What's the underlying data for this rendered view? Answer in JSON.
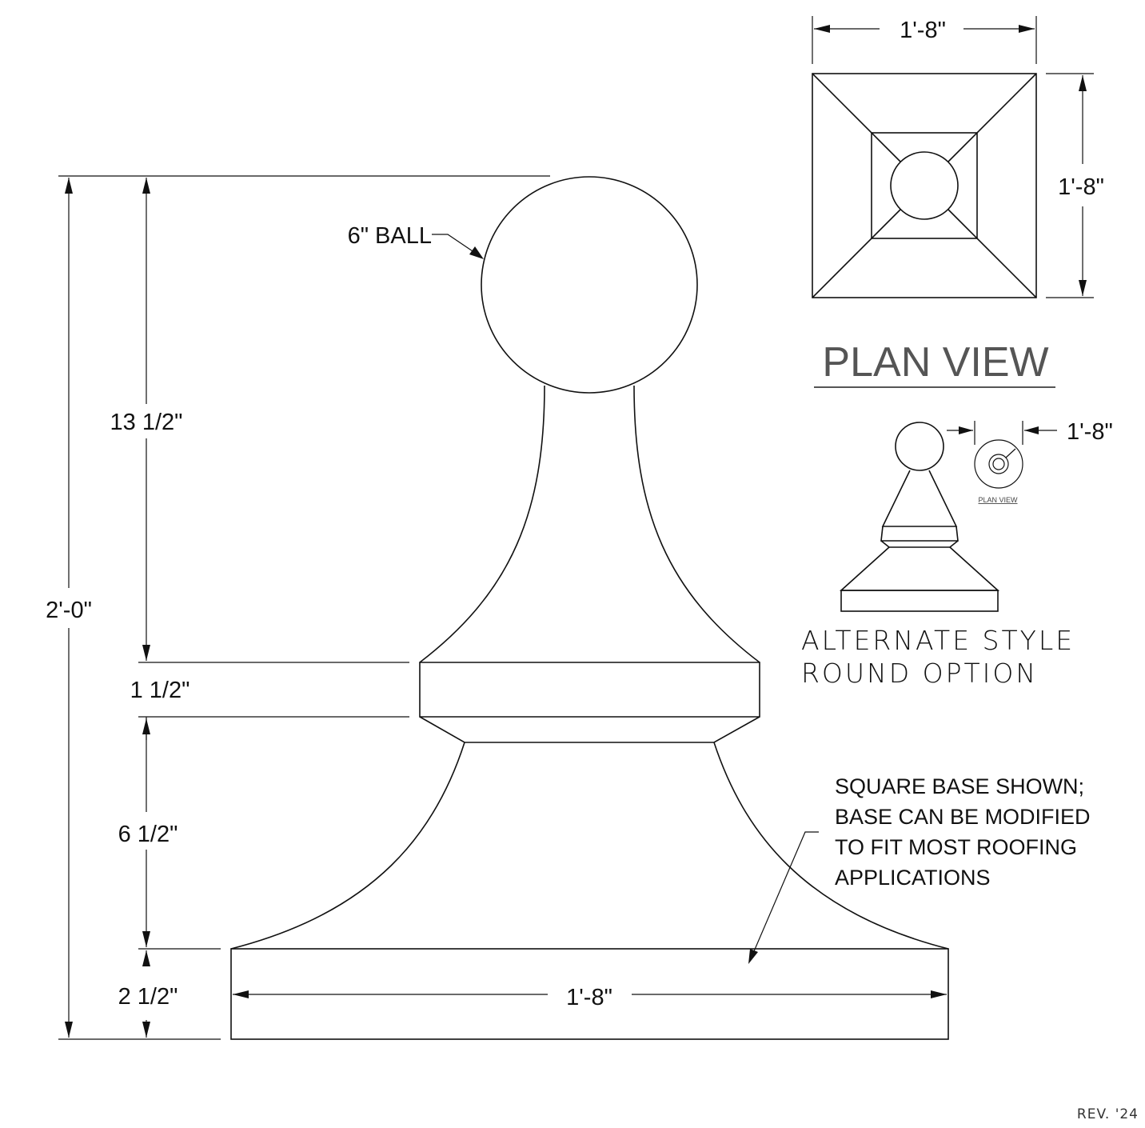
{
  "elevation": {
    "ball_label": "6\" BALL",
    "dim_overall": "2'-0\"",
    "dim_upper": "13 1/2\"",
    "dim_band": "1 1/2\"",
    "dim_lower": "6 1/2\"",
    "dim_base": "2 1/2\"",
    "dim_base_width": "1'-8\""
  },
  "plan_view": {
    "title": "PLAN VIEW",
    "dim_width": "1'-8\"",
    "dim_depth": "1'-8\""
  },
  "alternate": {
    "dim_width": "1'-8\"",
    "plan_label": "PLAN VIEW",
    "caption_line1": "ALTERNATE STYLE",
    "caption_line2": "ROUND OPTION"
  },
  "note": {
    "lines": [
      "SQUARE BASE SHOWN;",
      "BASE CAN BE MODIFIED",
      "TO FIT MOST ROOFING",
      "APPLICATIONS"
    ]
  },
  "revision": "REV. '24"
}
